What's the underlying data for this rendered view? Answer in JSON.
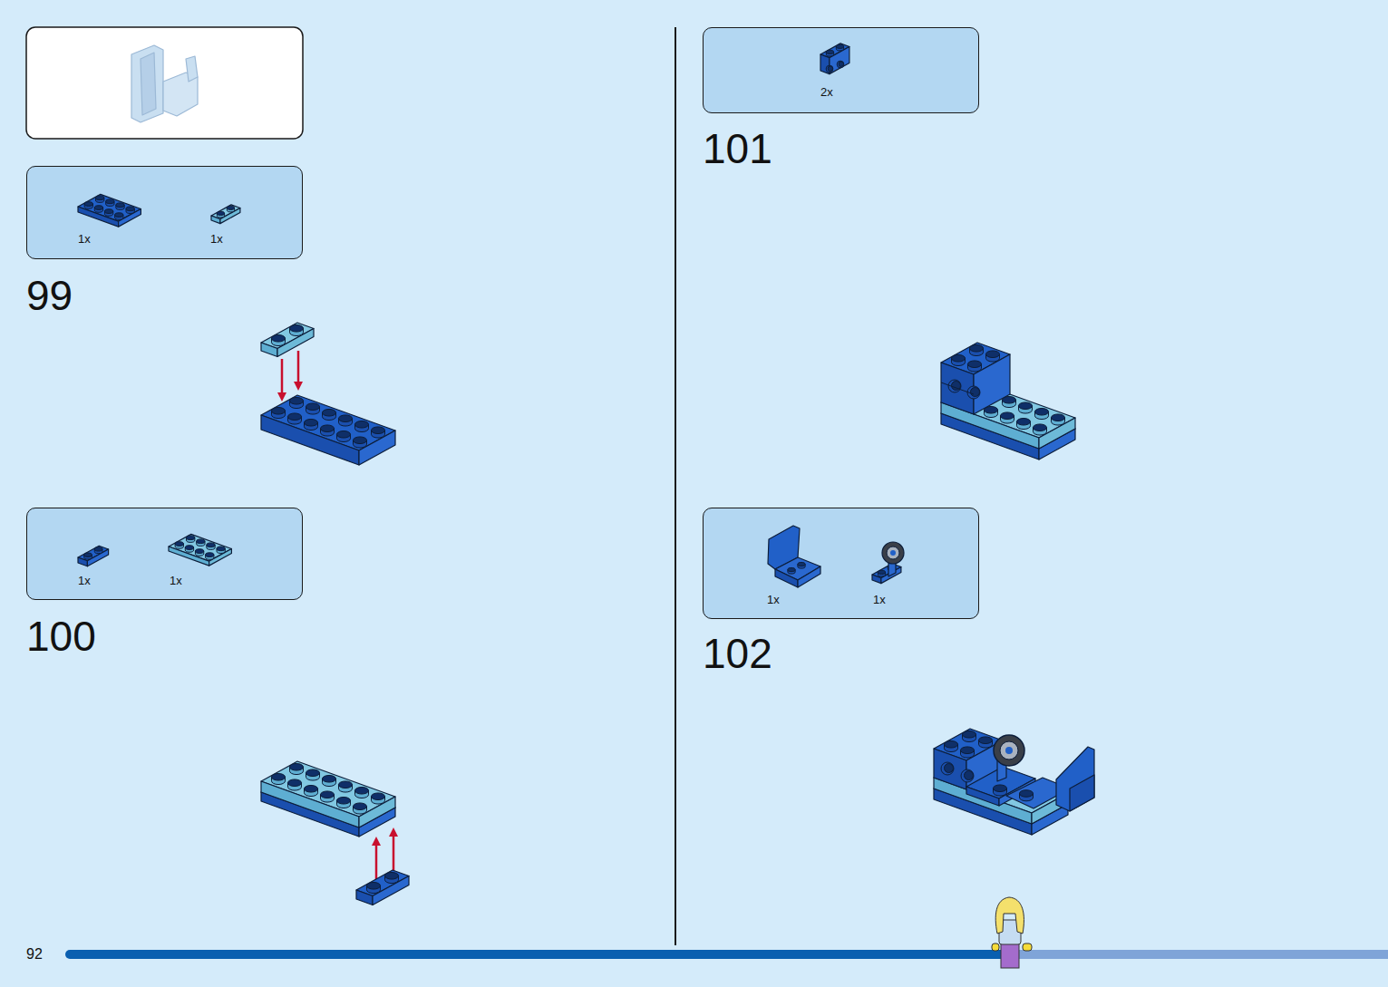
{
  "diagram": {
    "nodes": [
      {
        "text": [
          "1x",
          "1x"
        ]
      },
      {
        "text": [
          "1x",
          "1x"
        ]
      },
      {
        "text": [
          "2x"
        ]
      },
      {
        "text": [
          "1x",
          "1x"
        ]
      }
    ],
    "labels": [
      "99",
      "100",
      "101",
      "102",
      "92"
    ]
  }
}
